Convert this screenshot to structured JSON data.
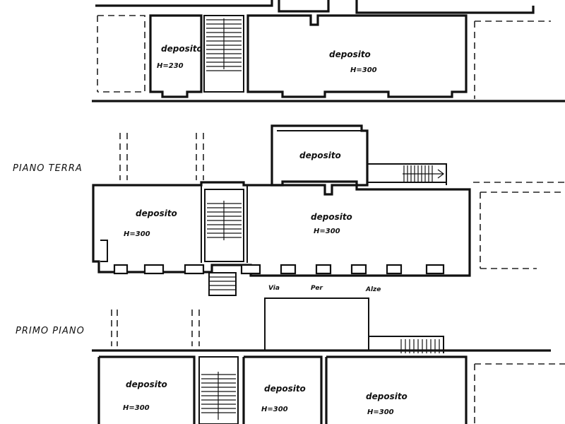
{
  "floors": {
    "ground": "PIANO TERRA",
    "first": "PRIMO PIANO"
  },
  "top_plan": {
    "rooms": [
      {
        "name": "deposito",
        "height": "H=230"
      },
      {
        "name": "deposito",
        "height": "H=300"
      }
    ]
  },
  "ground_plan": {
    "rooms": [
      {
        "name": "deposito"
      },
      {
        "name": "deposito",
        "height": "H=300"
      },
      {
        "name": "deposito",
        "height": "H=300"
      }
    ],
    "street": [
      "Via",
      "Per",
      "Alze"
    ]
  },
  "first_plan": {
    "rooms": [
      {
        "name": "deposito",
        "height": "H=300"
      },
      {
        "name": "deposito",
        "height": "H=300"
      },
      {
        "name": "deposito",
        "height": "H=300"
      }
    ]
  }
}
